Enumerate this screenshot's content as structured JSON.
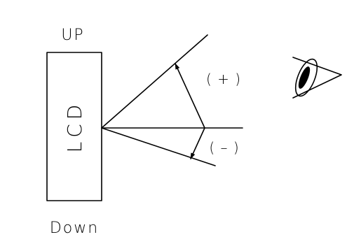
{
  "labels": {
    "top": "UP",
    "panel": "LCD",
    "bottom": "Down",
    "positive": "( + )",
    "negative": "( – )"
  }
}
